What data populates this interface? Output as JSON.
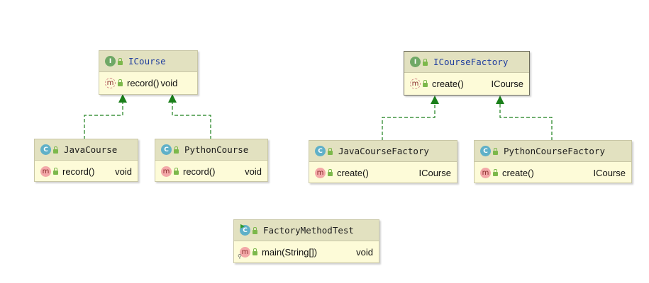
{
  "colors": {
    "edge": "#1a7f1a",
    "header": "#e2e1c0",
    "body": "#fdfbd8",
    "border": "#c9c7a6"
  },
  "classes": {
    "icourse": {
      "kind": "I",
      "name": "ICourse",
      "methods": [
        {
          "badge": "m",
          "name": "record()",
          "type": "void"
        }
      ]
    },
    "javacourse": {
      "kind": "C",
      "name": "JavaCourse",
      "methods": [
        {
          "badge": "m",
          "name": "record()",
          "type": "void"
        }
      ]
    },
    "pythoncourse": {
      "kind": "C",
      "name": "PythonCourse",
      "methods": [
        {
          "badge": "m",
          "name": "record()",
          "type": "void"
        }
      ]
    },
    "icoursefactory": {
      "kind": "I",
      "name": "ICourseFactory",
      "methods": [
        {
          "badge": "m",
          "name": "create()",
          "type": "ICourse"
        }
      ]
    },
    "javacoursefactory": {
      "kind": "C",
      "name": "JavaCourseFactory",
      "methods": [
        {
          "badge": "m",
          "name": "create()",
          "type": "ICourse"
        }
      ]
    },
    "pythoncoursefactory": {
      "kind": "C",
      "name": "PythonCourseFactory",
      "methods": [
        {
          "badge": "m",
          "name": "create()",
          "type": "ICourse"
        }
      ]
    },
    "factorymethodtest": {
      "kind": "C",
      "name": "FactoryMethodTest",
      "methods": [
        {
          "badge": "m",
          "name": "main(String[])",
          "type": "void"
        }
      ]
    }
  },
  "relations": [
    {
      "from": "JavaCourse",
      "to": "ICourse",
      "kind": "implements"
    },
    {
      "from": "PythonCourse",
      "to": "ICourse",
      "kind": "implements"
    },
    {
      "from": "JavaCourseFactory",
      "to": "ICourseFactory",
      "kind": "implements"
    },
    {
      "from": "PythonCourseFactory",
      "to": "ICourseFactory",
      "kind": "implements"
    }
  ]
}
